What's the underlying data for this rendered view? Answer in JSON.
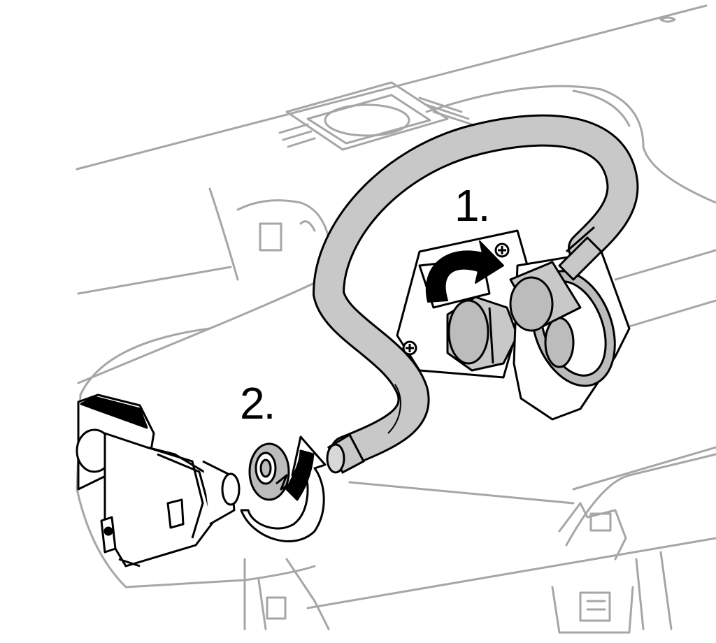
{
  "steps": [
    {
      "label": "1."
    },
    {
      "label": "2."
    }
  ],
  "colors": {
    "background": "#ffffff",
    "outline_light": "#a6a6a6",
    "part_fill": "#c8c8c8",
    "part_fill_dark": "#b4b4b4",
    "ink": "#000000"
  },
  "icons": [
    "machine-body-outline",
    "drain-hose",
    "hose-clamp",
    "tap-valve",
    "wall-bracket",
    "pump-housing",
    "rotation-arrow-ccw",
    "rotation-arrow-cw"
  ]
}
